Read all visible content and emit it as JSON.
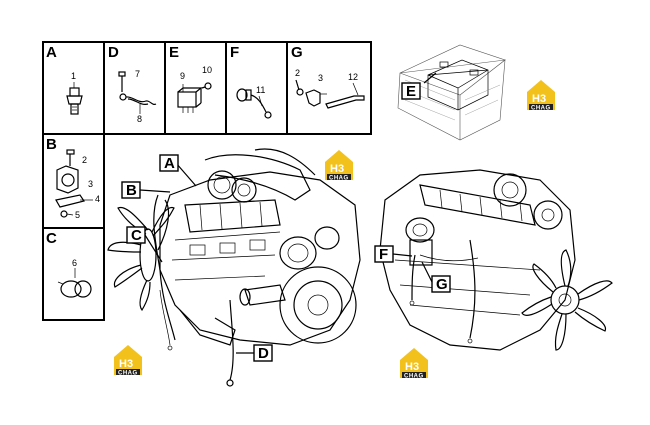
{
  "panels": [
    {
      "letter": "A",
      "numbers": [
        "1"
      ]
    },
    {
      "letter": "D",
      "numbers": [
        "7",
        "8"
      ]
    },
    {
      "letter": "E",
      "numbers": [
        "9",
        "10"
      ]
    },
    {
      "letter": "F",
      "numbers": [
        "11"
      ]
    },
    {
      "letter": "G",
      "numbers": [
        "2",
        "3",
        "12"
      ]
    },
    {
      "letter": "B",
      "numbers": [
        "2",
        "3",
        "4",
        "5"
      ]
    },
    {
      "letter": "C",
      "numbers": [
        "6"
      ]
    }
  ],
  "callouts": [
    "A",
    "B",
    "C",
    "D",
    "E",
    "F",
    "G"
  ],
  "logo": {
    "mark": "H3",
    "caption": "CHAG",
    "color": "#f2c11c"
  }
}
